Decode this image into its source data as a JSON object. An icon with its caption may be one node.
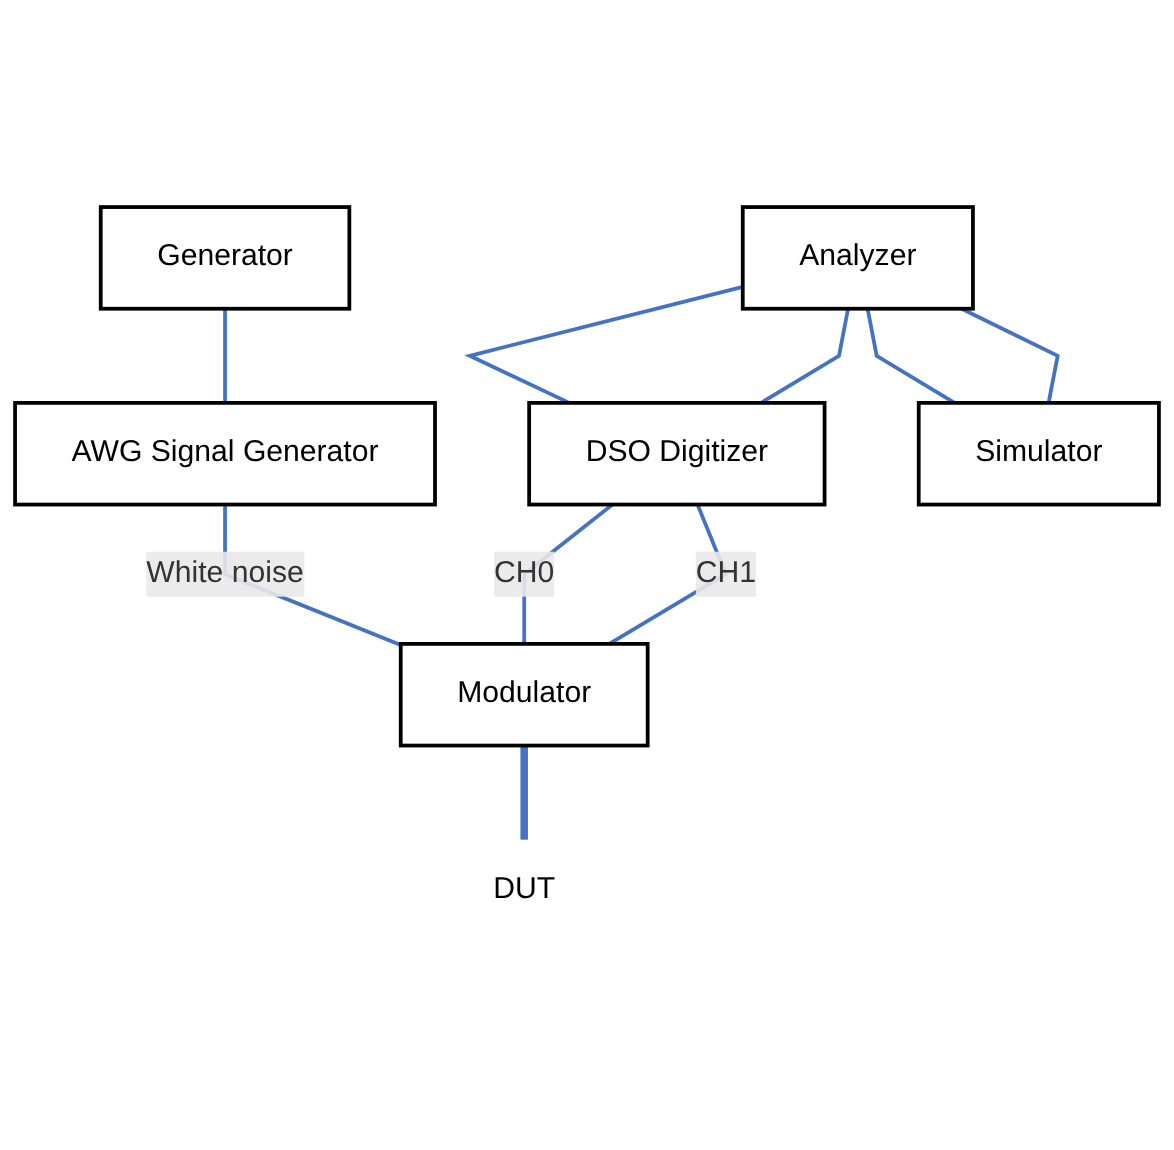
{
  "diagram": {
    "nodes": [
      {
        "text": [
          "Generator"
        ]
      },
      {
        "text": [
          "Analyzer"
        ]
      },
      {
        "text": [
          "AWG Signal Generator"
        ]
      },
      {
        "text": [
          "DSO Digitizer"
        ]
      },
      {
        "text": [
          "Simulator"
        ]
      },
      {
        "text": [
          "Modulator"
        ]
      },
      {
        "text": [
          "DUT"
        ]
      }
    ],
    "edges": [
      {
        "from": 0,
        "to": 2,
        "arrow": "none"
      },
      {
        "from": 1,
        "to": 3,
        "arrow": "none"
      },
      {
        "from": 1,
        "to": 3,
        "arrow": "none"
      },
      {
        "from": 1,
        "to": 4,
        "arrow": "none"
      },
      {
        "from": 1,
        "to": 4,
        "arrow": "none"
      },
      {
        "from": 3,
        "to": 5,
        "label": "CH0",
        "arrow": "none"
      },
      {
        "from": 3,
        "to": 5,
        "label": "CH1",
        "arrow": "none"
      },
      {
        "from": 2,
        "to": 5,
        "label": "White noise",
        "arrow": "none"
      },
      {
        "from": 5,
        "to": 6,
        "arrow": "none",
        "style": "thick"
      }
    ]
  }
}
